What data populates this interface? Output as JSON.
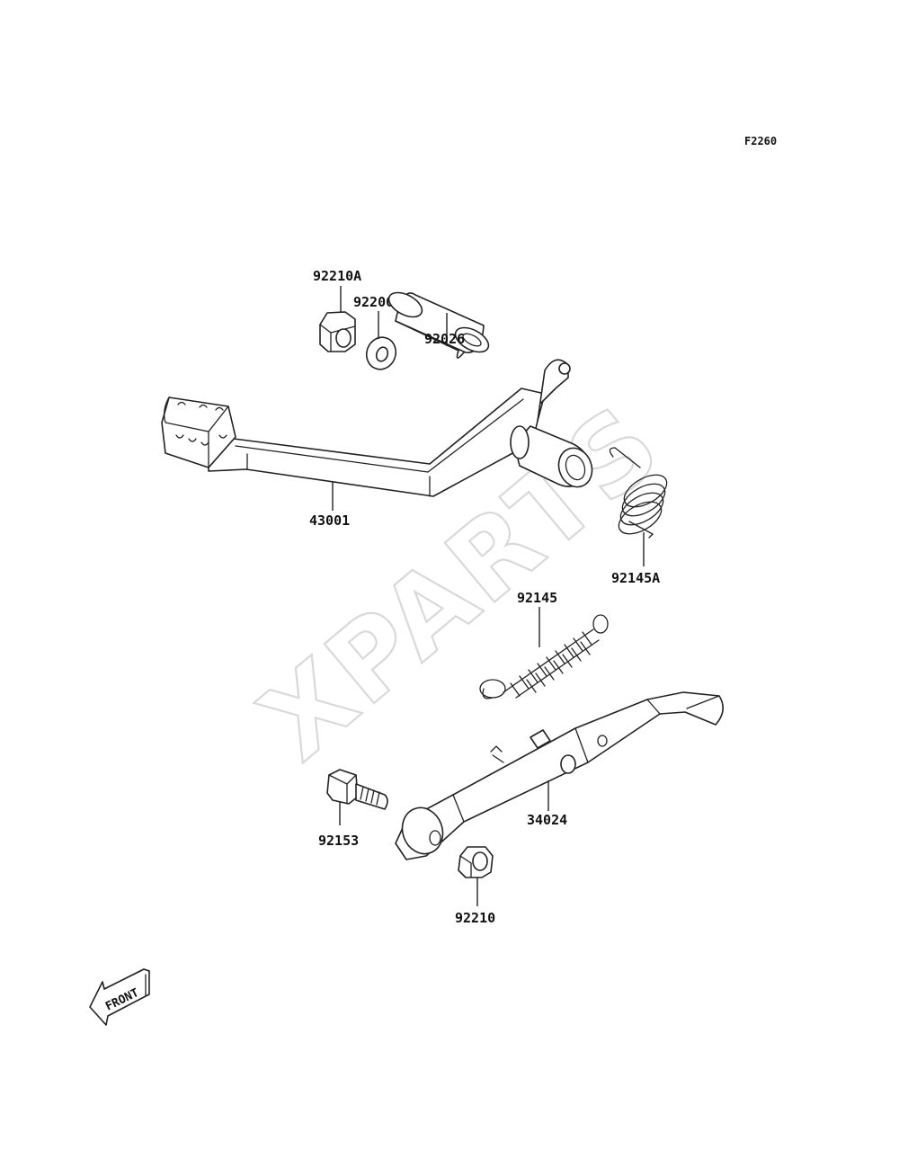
{
  "figure_code": "F2260",
  "watermark": "XPARTS",
  "front_arrow_label": "FRONT",
  "parts": [
    {
      "id": "92210A",
      "label": "92210A"
    },
    {
      "id": "92200",
      "label": "92200"
    },
    {
      "id": "92026",
      "label": "92026"
    },
    {
      "id": "43001",
      "label": "43001"
    },
    {
      "id": "92145A",
      "label": "92145A"
    },
    {
      "id": "92145",
      "label": "92145"
    },
    {
      "id": "92153",
      "label": "92153"
    },
    {
      "id": "34024",
      "label": "34024"
    },
    {
      "id": "92210",
      "label": "92210"
    }
  ]
}
